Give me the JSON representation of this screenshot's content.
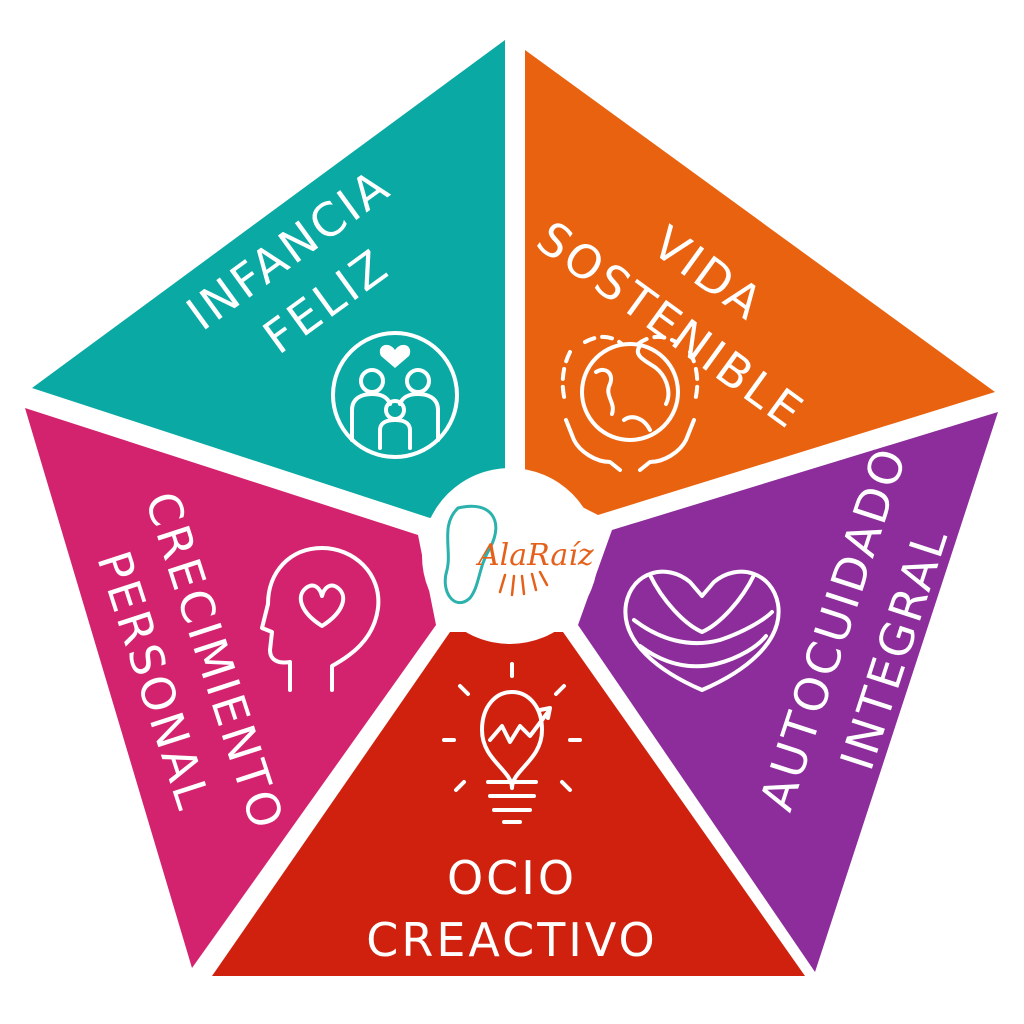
{
  "colors": {
    "background": "#ffffff",
    "teal": "#0aa9a3",
    "orange": "#e9620f",
    "purple": "#8c2d9b",
    "red": "#d0210e",
    "magenta": "#d4236e",
    "logo_teal": "#2bb2ac",
    "logo_orange": "#e5611b"
  },
  "segments": [
    {
      "id": "infancia",
      "line1": "INFANCIA",
      "line2": "FELIZ",
      "icon": "family-icon",
      "color": "#0aa9a3"
    },
    {
      "id": "vida",
      "line1": "VIDA",
      "line2": "SOSTENIBLE",
      "icon": "globe-hands-icon",
      "color": "#e9620f"
    },
    {
      "id": "autocuidado",
      "line1": "AUTOCUIDADO",
      "line2": "INTEGRAL",
      "icon": "self-hug-heart-icon",
      "color": "#8c2d9b"
    },
    {
      "id": "ocio",
      "line1": "OCIO",
      "line2": "CREACTIVO",
      "icon": "lightbulb-icon",
      "color": "#d0210e"
    },
    {
      "id": "crecimiento",
      "line1": "CRECIMIENTO",
      "line2": "PERSONAL",
      "icon": "head-heart-icon",
      "color": "#d4236e"
    }
  ],
  "logo": {
    "text": "AlaRaíz",
    "icon": "butterfly-wing-icon"
  }
}
